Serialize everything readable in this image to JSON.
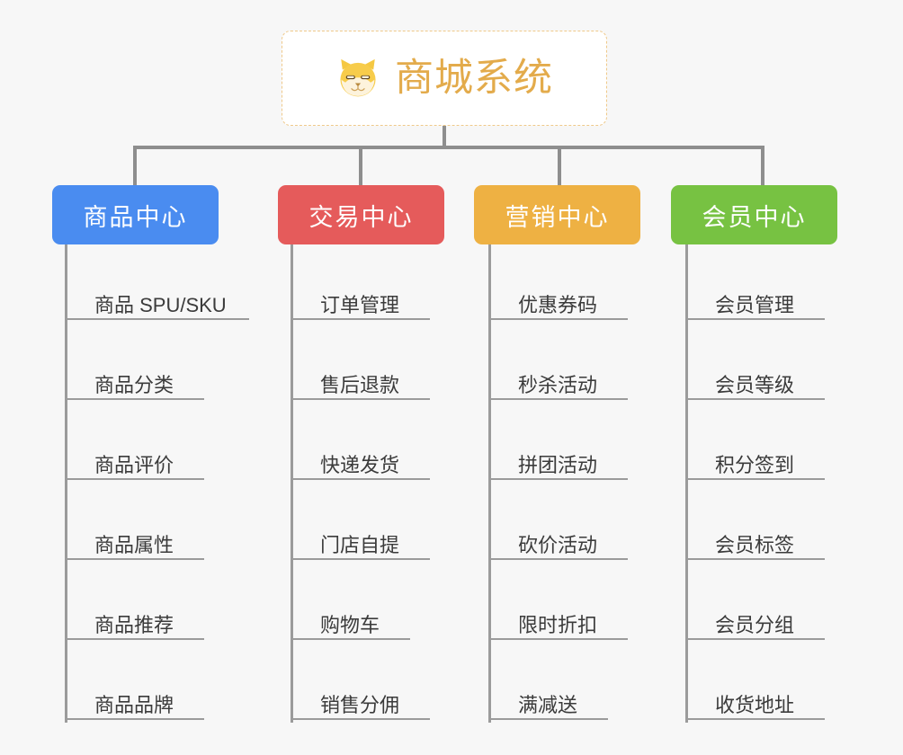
{
  "diagram": {
    "title": "商城系统",
    "background_color": "#f7f7f7",
    "root": {
      "label": "商城系统",
      "icon": "shiba-dog-face-icon",
      "text_color": "#e3ab4b",
      "border_color": "#efc98a",
      "fill_color": "#ffffff"
    },
    "connector_color": "#8e8e8e",
    "branch_line_color": "#9b9b9b",
    "columns": [
      {
        "label": "商品中心",
        "color": "#4a8cf0",
        "items": [
          "商品 SPU/SKU",
          "商品分类",
          "商品评价",
          "商品属性",
          "商品推荐",
          "商品品牌"
        ]
      },
      {
        "label": "交易中心",
        "color": "#e55b5b",
        "items": [
          "订单管理",
          "售后退款",
          "快递发货",
          "门店自提",
          "购物车",
          "销售分佣"
        ]
      },
      {
        "label": "营销中心",
        "color": "#eeb143",
        "items": [
          "优惠券码",
          "秒杀活动",
          "拼团活动",
          "砍价活动",
          "限时折扣",
          "满减送"
        ]
      },
      {
        "label": "会员中心",
        "color": "#77c242",
        "items": [
          "会员管理",
          "会员等级",
          "积分签到",
          "会员标签",
          "会员分组",
          "收货地址"
        ]
      }
    ]
  }
}
